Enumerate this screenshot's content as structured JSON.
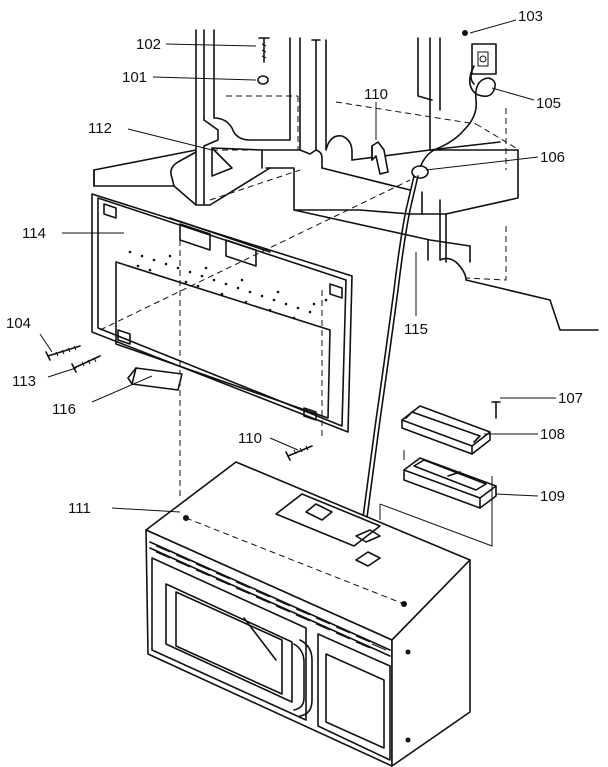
{
  "callouts": [
    {
      "id": "c101",
      "text": "101"
    },
    {
      "id": "c102",
      "text": "102"
    },
    {
      "id": "c103",
      "text": "103"
    },
    {
      "id": "c104",
      "text": "104"
    },
    {
      "id": "c105",
      "text": "105"
    },
    {
      "id": "c106",
      "text": "106"
    },
    {
      "id": "c107",
      "text": "107"
    },
    {
      "id": "c108",
      "text": "108"
    },
    {
      "id": "c109",
      "text": "109"
    },
    {
      "id": "c110a",
      "text": "110"
    },
    {
      "id": "c110b",
      "text": "110"
    },
    {
      "id": "c111",
      "text": "111"
    },
    {
      "id": "c112",
      "text": "112"
    },
    {
      "id": "c113",
      "text": "113"
    },
    {
      "id": "c114",
      "text": "114"
    },
    {
      "id": "c115",
      "text": "115"
    },
    {
      "id": "c116",
      "text": "116"
    }
  ]
}
